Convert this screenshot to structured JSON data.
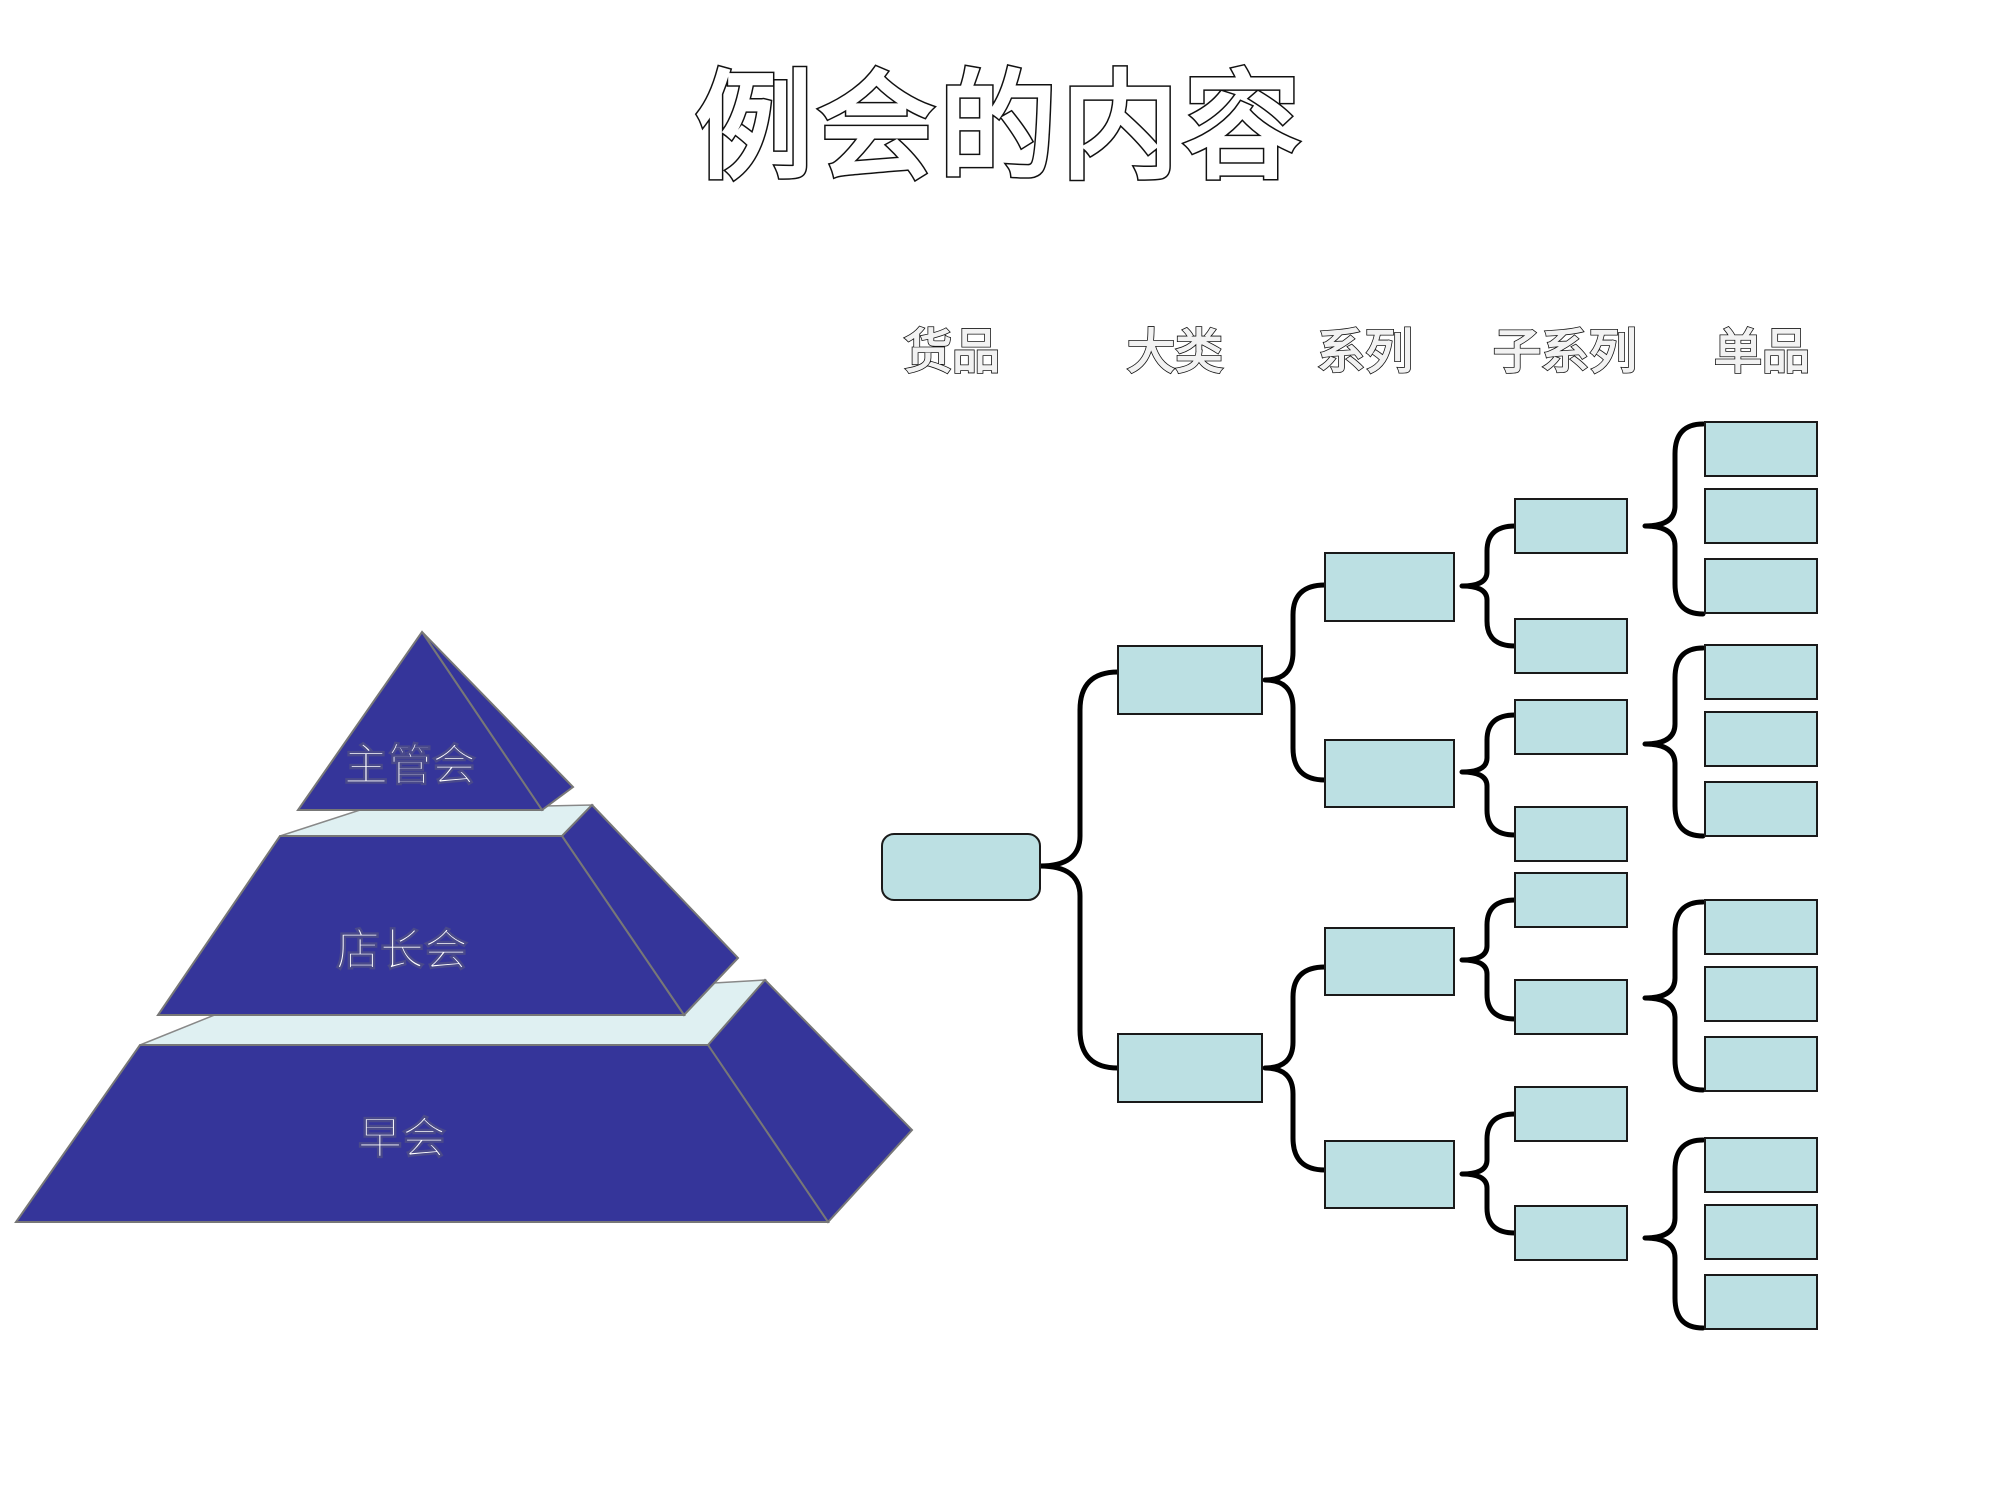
{
  "title": "例会的内容",
  "pyramid": {
    "tiers": [
      {
        "label": "主管会"
      },
      {
        "label": "店长会"
      },
      {
        "label": "早会"
      }
    ],
    "colors": {
      "face": "#35359a",
      "ledge": "#dff0f2"
    }
  },
  "tree": {
    "headers": [
      "货品",
      "大类",
      "系列",
      "子系列",
      "单品"
    ],
    "node_color": "#bce0e3"
  }
}
